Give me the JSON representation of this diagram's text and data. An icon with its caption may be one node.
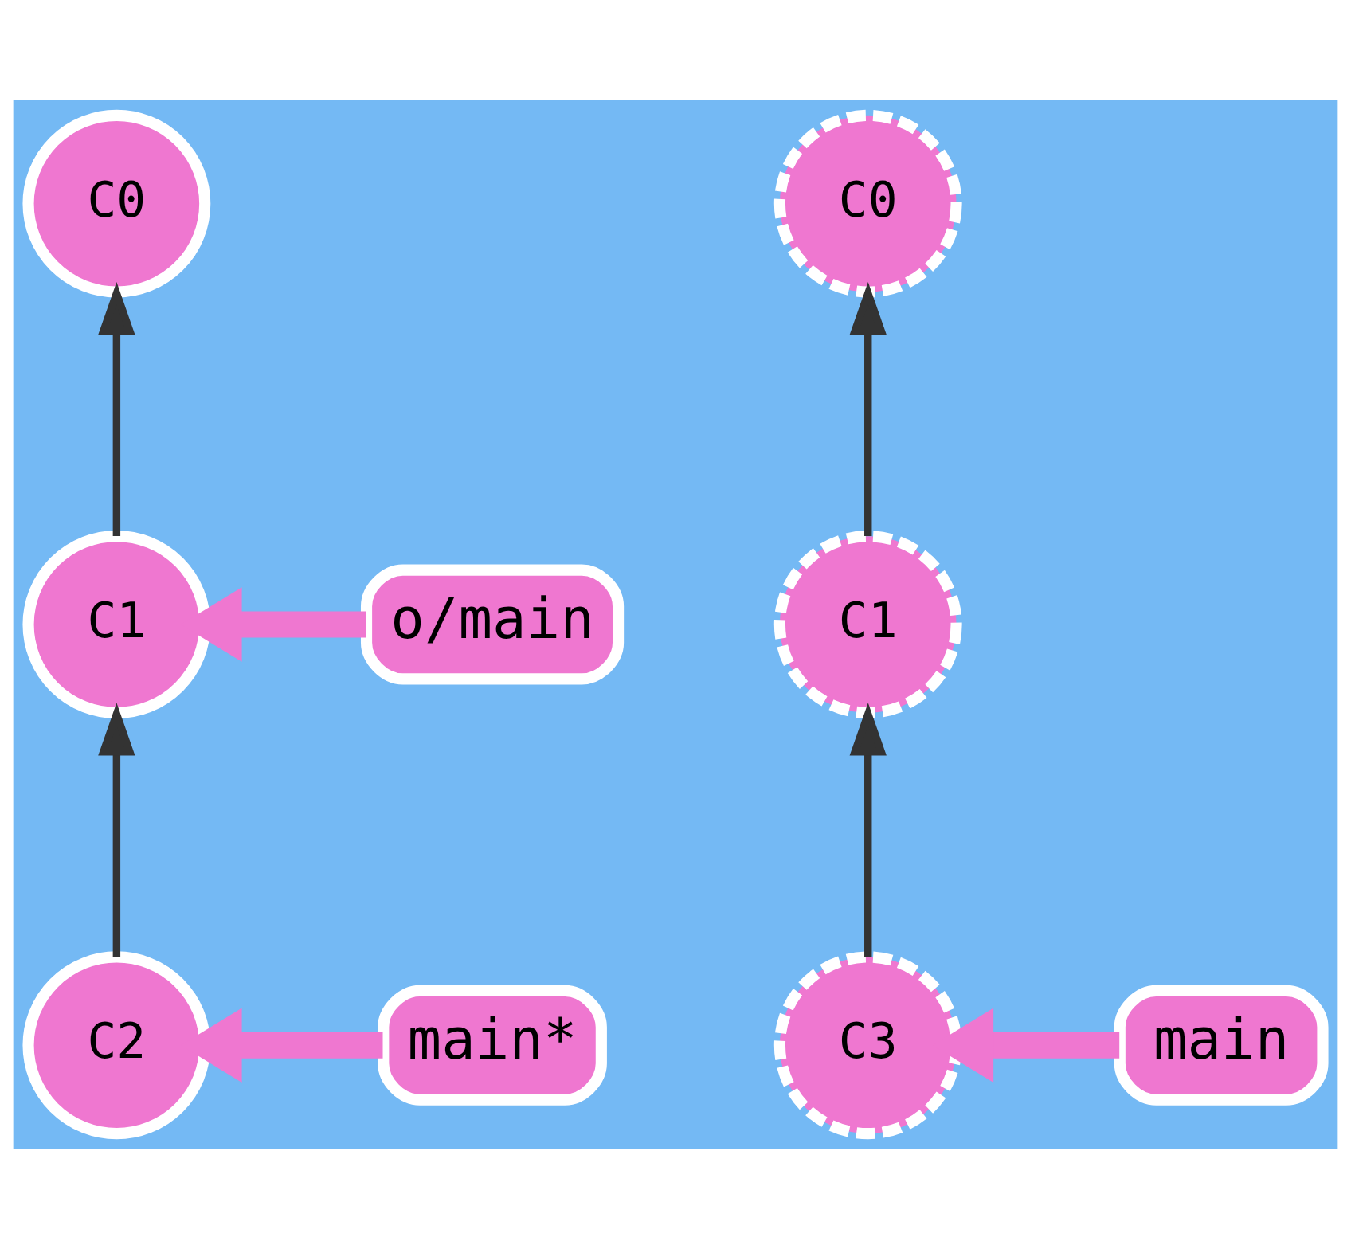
{
  "diagram": {
    "nodes": [
      {
        "text": [
          "C0"
        ]
      },
      {
        "text": [
          "C1"
        ]
      },
      {
        "text": [
          "C2"
        ]
      },
      {
        "text": [
          "o/main"
        ]
      },
      {
        "text": [
          "main*"
        ]
      },
      {
        "text": [
          "C0"
        ]
      },
      {
        "text": [
          "C1"
        ]
      },
      {
        "text": [
          "C3"
        ]
      },
      {
        "text": [
          "main"
        ]
      }
    ],
    "edges": [
      {
        "from": 1,
        "to": 0,
        "arrow": "to"
      },
      {
        "from": 2,
        "to": 1,
        "arrow": "to"
      },
      {
        "from": 3,
        "to": 1,
        "arrow": "to",
        "style": "thick",
        "color": "#ef77d0"
      },
      {
        "from": 4,
        "to": 2,
        "arrow": "to",
        "style": "thick",
        "color": "#ef77d0"
      },
      {
        "from": 6,
        "to": 5,
        "arrow": "to"
      },
      {
        "from": 7,
        "to": 6,
        "arrow": "to"
      },
      {
        "from": 8,
        "to": 7,
        "arrow": "to",
        "style": "thick",
        "color": "#ef77d0"
      }
    ]
  }
}
